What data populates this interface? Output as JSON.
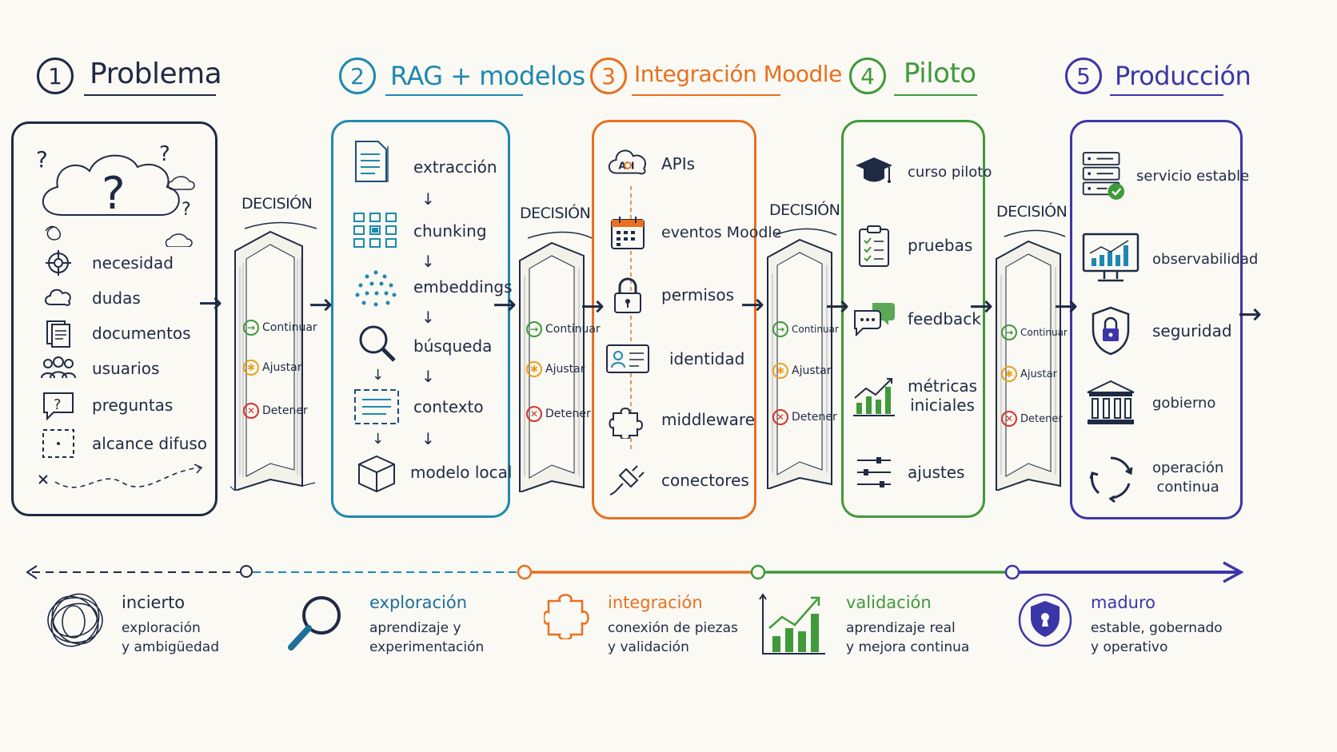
{
  "stages": [
    {
      "num": "1",
      "title": "Problema",
      "color": "#1f2a44"
    },
    {
      "num": "2",
      "title": "RAG + modelos",
      "color": "#1e88b0"
    },
    {
      "num": "3",
      "title": "Integración Moodle",
      "color": "#e8701f"
    },
    {
      "num": "4",
      "title": "Piloto",
      "color": "#3f9a3a"
    },
    {
      "num": "5",
      "title": "Producción",
      "color": "#3b36a8"
    }
  ],
  "problem_items": [
    "necesidad",
    "dudas",
    "documentos",
    "usuarios",
    "preguntas",
    "alcance difuso"
  ],
  "rag_items": [
    "extracción",
    "chunking",
    "embeddings",
    "búsqueda",
    "contexto",
    "modelo local"
  ],
  "moodle_items": [
    "APIs",
    "eventos Moodle",
    "permisos",
    "identidad",
    "middleware",
    "conectores"
  ],
  "pilot_items": [
    "curso piloto",
    "pruebas",
    "feedback",
    "métricas\niniciales",
    "ajustes"
  ],
  "prod_items": [
    "servicio estable",
    "observabilidad",
    "seguridad",
    "gobierno",
    "operación\ncontinua"
  ],
  "decision": {
    "title": "DECISIÓN",
    "continue": "Continuar",
    "adjust": "Ajustar",
    "stop": "Detener"
  },
  "icons": {
    "problem": [
      "target-icon",
      "cloud-icon",
      "documents-icon",
      "users-icon",
      "question-bubble-icon",
      "dashed-box-icon"
    ],
    "rag": [
      "document-icon",
      "grid-icon",
      "dots-cluster-icon",
      "magnifier-icon",
      "context-box-icon",
      "cube-icon"
    ],
    "moodle": [
      "ai-cloud-icon",
      "calendar-icon",
      "lock-icon",
      "id-card-icon",
      "puzzle-icon",
      "plug-icon"
    ],
    "pilot": [
      "graduation-cap-icon",
      "clipboard-icon",
      "chat-bubbles-icon",
      "bar-chart-icon",
      "sliders-icon"
    ],
    "prod": [
      "server-check-icon",
      "monitor-chart-icon",
      "shield-lock-icon",
      "institution-icon",
      "cycle-icon"
    ]
  },
  "legend": [
    {
      "title": "incierto",
      "desc1": "exploración",
      "desc2": "y ambigüedad",
      "color": "#1f2a44"
    },
    {
      "title": "exploración",
      "desc1": "aprendizaje y",
      "desc2": "experimentación",
      "color": "#1e6f9a"
    },
    {
      "title": "integración",
      "desc1": "conexión de piezas",
      "desc2": "y validación",
      "color": "#e8701f"
    },
    {
      "title": "validación",
      "desc1": "aprendizaje real",
      "desc2": "y mejora continua",
      "color": "#3f9a3a"
    },
    {
      "title": "maduro",
      "desc1": "estable, gobernado",
      "desc2": "y operativo",
      "color": "#3b36a8"
    }
  ]
}
